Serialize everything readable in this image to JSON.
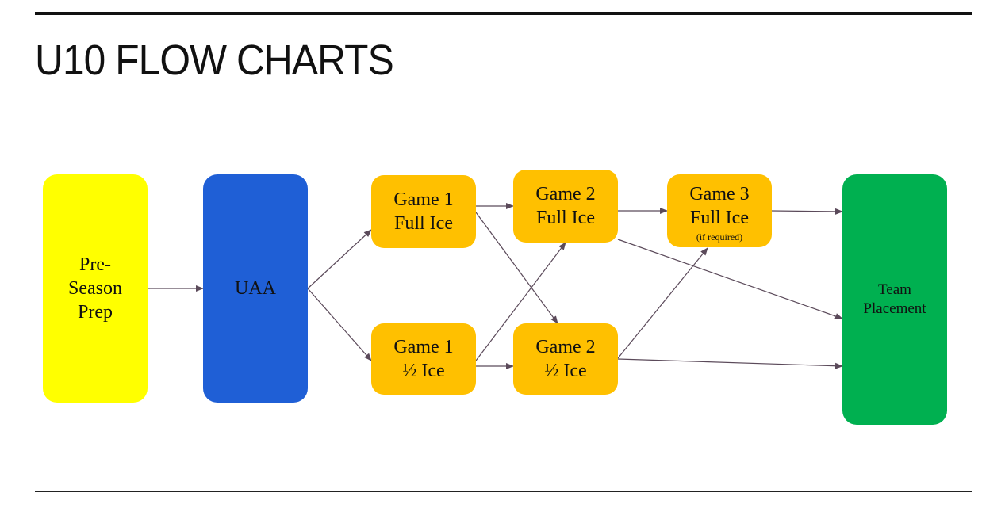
{
  "title": "U10 FLOW CHARTS",
  "colors": {
    "preseason": "#FFFF00",
    "uaa": "#1F5FD6",
    "game": "#FFC000",
    "placement": "#00B050",
    "arrow": "#5B4A5A"
  },
  "nodes": {
    "preseason": {
      "label": "Pre-\nSeason\nPrep"
    },
    "uaa": {
      "label": "UAA"
    },
    "game1_full": {
      "label": "Game 1\nFull Ice"
    },
    "game1_half": {
      "label": "Game 1\n½ Ice"
    },
    "game2_full": {
      "label": "Game 2\nFull Ice"
    },
    "game2_half": {
      "label": "Game 2\n½ Ice"
    },
    "game3_full": {
      "label": "Game 3\nFull Ice",
      "note": "(if required)"
    },
    "placement": {
      "label": "Team\nPlacement"
    }
  }
}
